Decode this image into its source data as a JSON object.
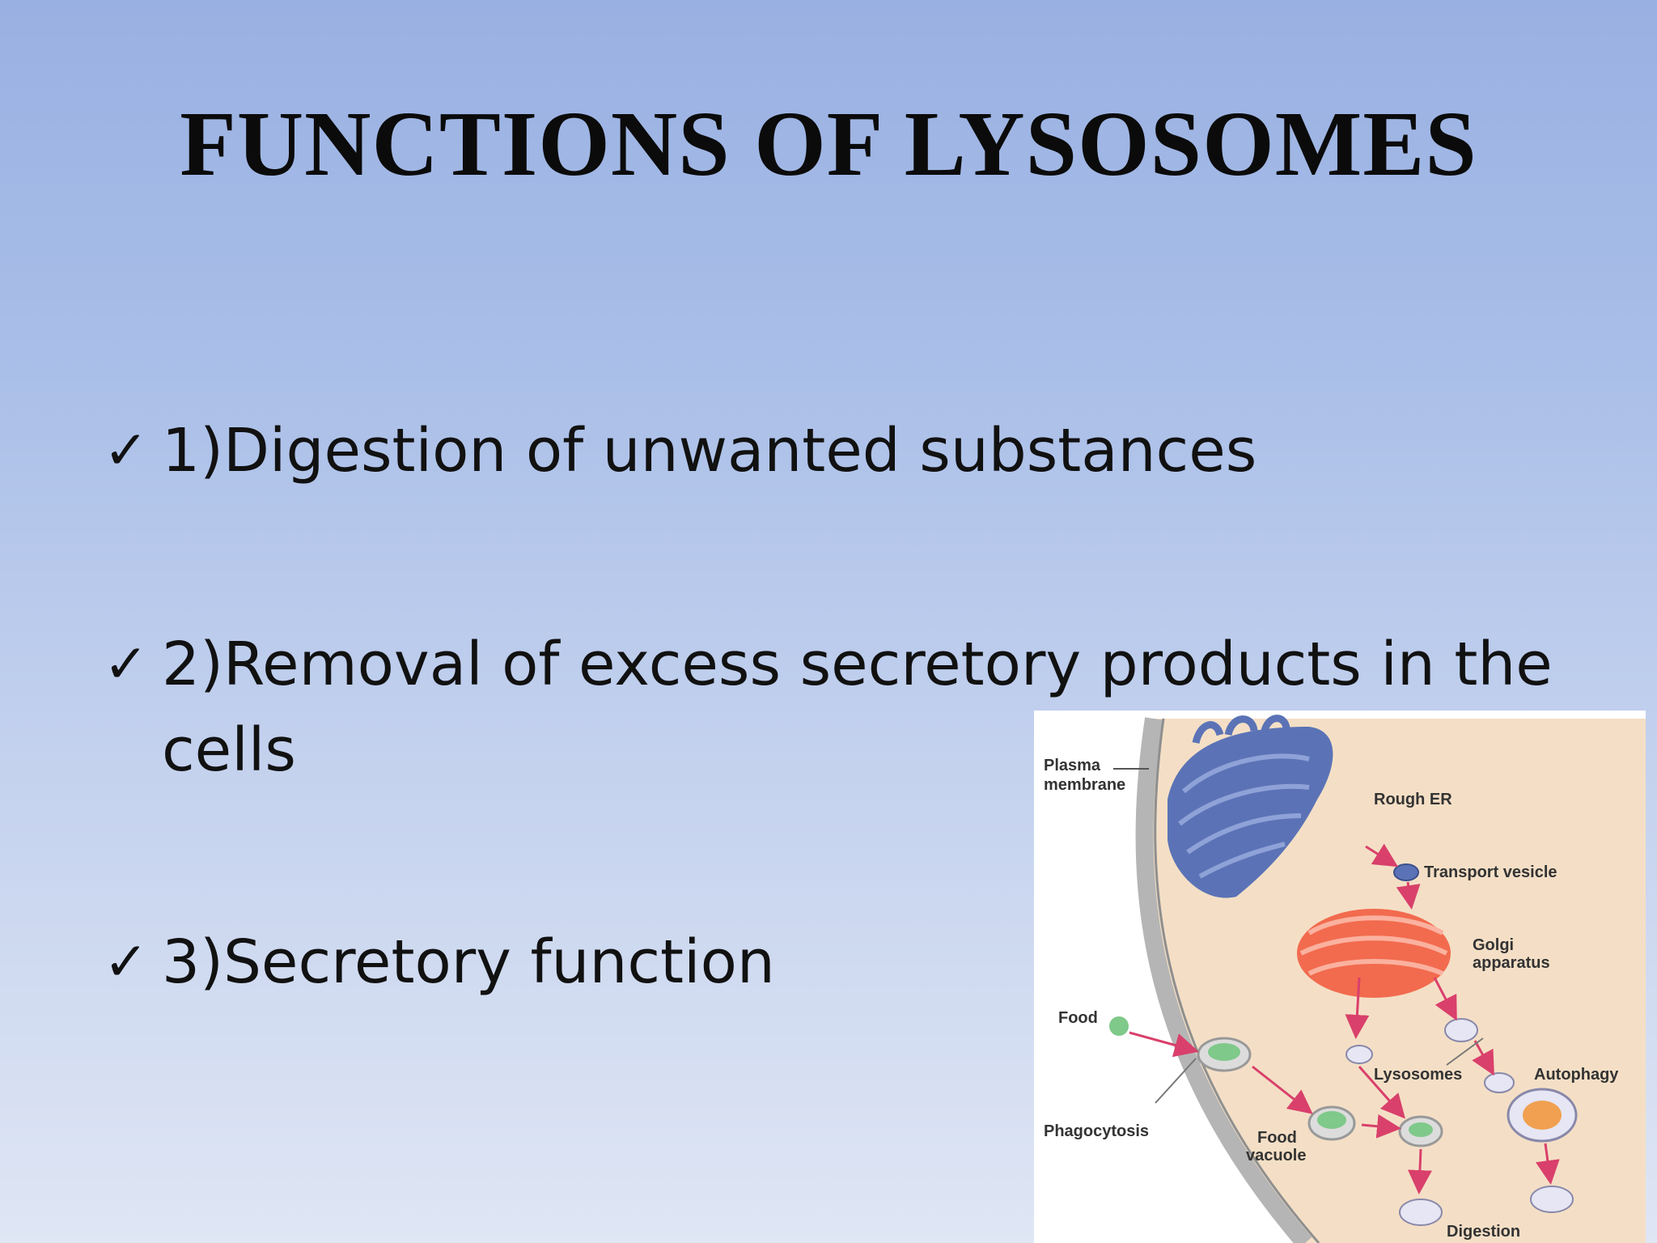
{
  "slide": {
    "title": "FUNCTIONS OF LYSOSOMES",
    "bullets": [
      {
        "marker": "✓",
        "text": "1)Digestion of unwanted substances"
      },
      {
        "marker": "✓",
        "text": "2)Removal of excess secretory products in the cells"
      },
      {
        "marker": "✓",
        "text": "3)Secretory function"
      }
    ]
  },
  "figure": {
    "labels": {
      "plasma_membrane_1": "Plasma",
      "plasma_membrane_2": "membrane",
      "rough_er": "Rough ER",
      "transport_vesicle": "Transport vesicle",
      "golgi_1": "Golgi",
      "golgi_2": "apparatus",
      "food": "Food",
      "lysosomes": "Lysosomes",
      "autophagy": "Autophagy",
      "phagocytosis": "Phagocytosis",
      "food_vacuole_1": "Food",
      "food_vacuole_2": "vacuole",
      "digestion": "Digestion"
    },
    "colors": {
      "cytoplasm": "#f4dfc6",
      "rough_er": "#5b73b6",
      "golgi": "#f26b4e",
      "food": "#7fc98a",
      "arrow": "#d9406b",
      "membrane": "#b9b9b9"
    }
  }
}
